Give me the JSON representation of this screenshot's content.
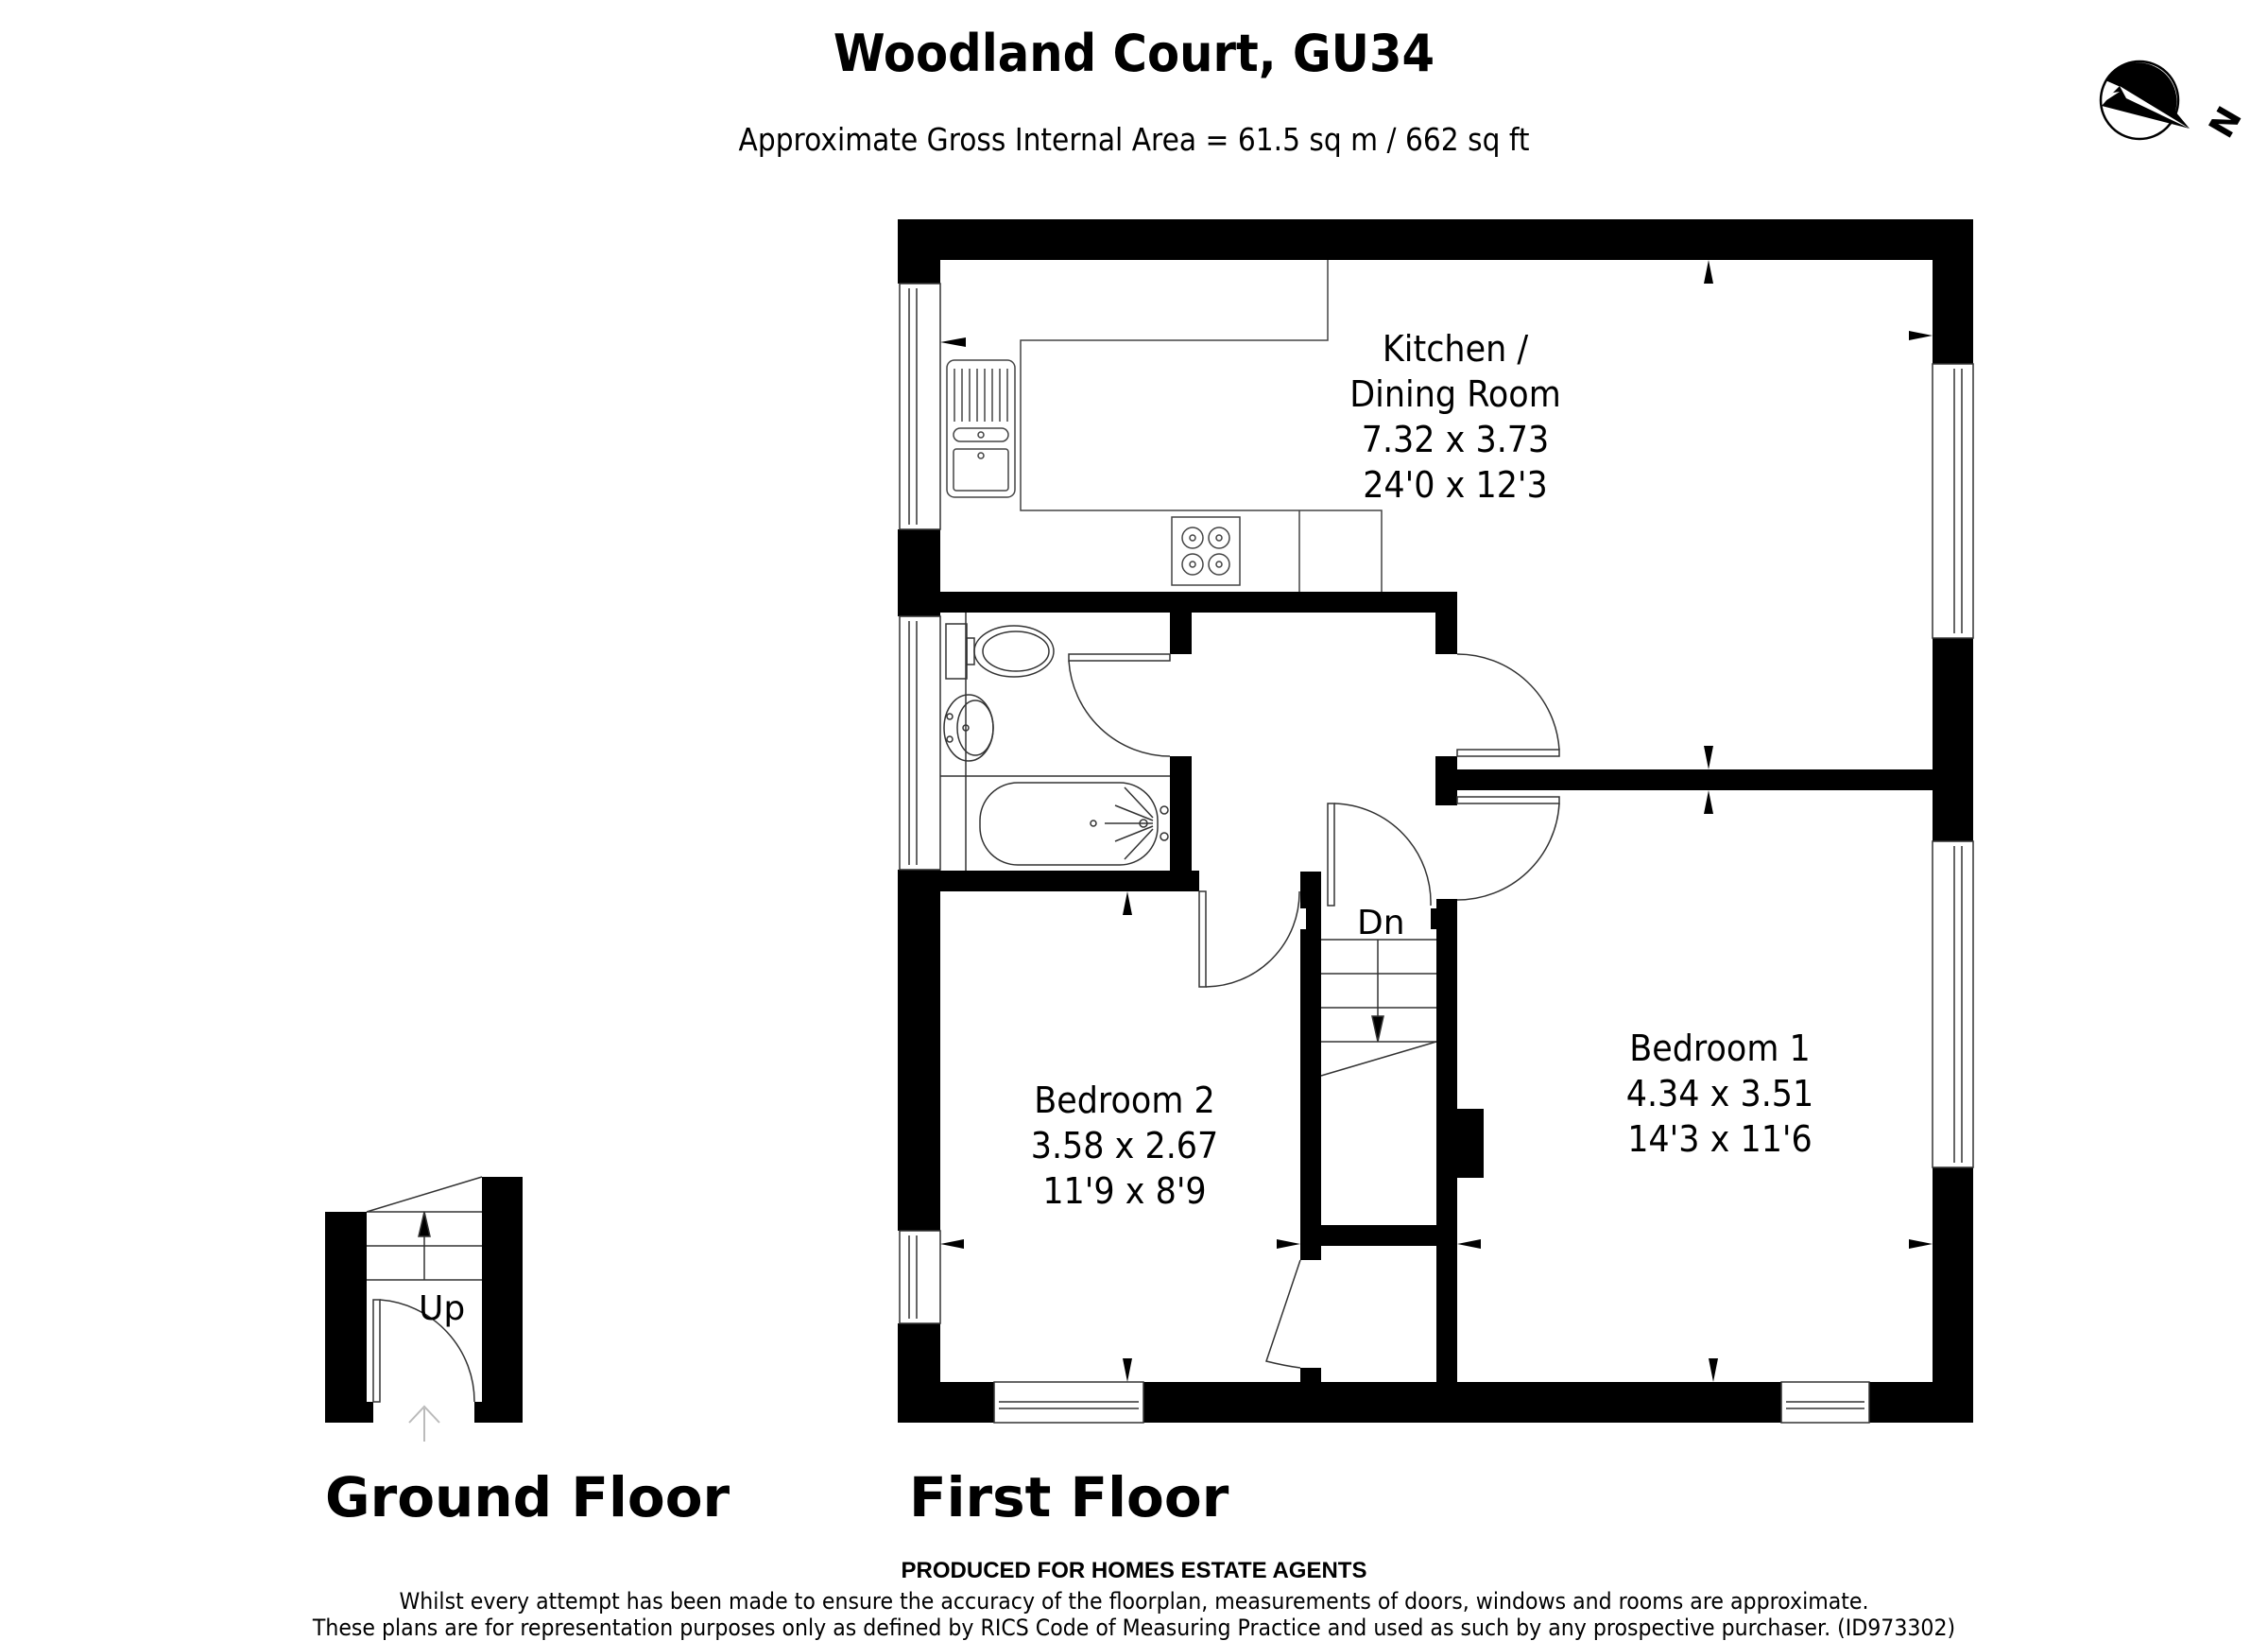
{
  "header": {
    "title": "Woodland Court, GU34",
    "area": "Approximate Gross Internal Area = 61.5 sq m / 662 sq ft"
  },
  "compass": {
    "icon": "north-arrow-icon",
    "label": "N"
  },
  "floors": [
    {
      "name": "Ground Floor",
      "stair_label": "Up"
    },
    {
      "name": "First Floor",
      "stair_label": "Dn",
      "rooms": [
        {
          "name_lines": [
            "Kitchen /",
            "Dining Room"
          ],
          "metric": "7.32 x 3.73",
          "imperial": "24'0 x 12'3"
        },
        {
          "name_lines": [
            "Bedroom 2"
          ],
          "metric": "3.58 x 2.67",
          "imperial": "11'9 x 8'9"
        },
        {
          "name_lines": [
            "Bedroom 1"
          ],
          "metric": "4.34 x 3.51",
          "imperial": "14'3 x 11'6"
        }
      ]
    }
  ],
  "footer": {
    "produced_for": "PRODUCED FOR HOMES ESTATE AGENTS",
    "disclaimer_1": "Whilst every attempt has been made to ensure the accuracy of the floorplan, measurements of doors, windows and rooms are approximate.",
    "disclaimer_2": "These plans are for representation purposes only as defined by RICS Code of Measuring Practice and used as such by any prospective purchaser. (ID973302)"
  },
  "colors": {
    "wall": "#000000",
    "line": "#333333",
    "background": "#ffffff",
    "entry_arrow": "#bbbbbb"
  }
}
